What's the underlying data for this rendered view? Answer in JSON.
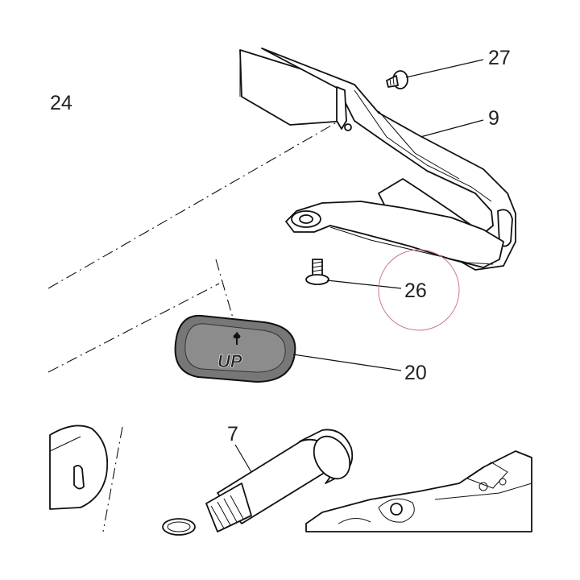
{
  "labels": {
    "p24": "24",
    "p27": "27",
    "p9": "9",
    "p26": "26",
    "p20": "20",
    "p7": "7"
  },
  "button_text": "UP",
  "colors": {
    "line": "#111111",
    "button_fill": "#777777",
    "button_face": "#8c8c8c",
    "highlight_circle": "#c87a84"
  },
  "icons": {
    "button_arrow": "arrow-up-icon"
  }
}
